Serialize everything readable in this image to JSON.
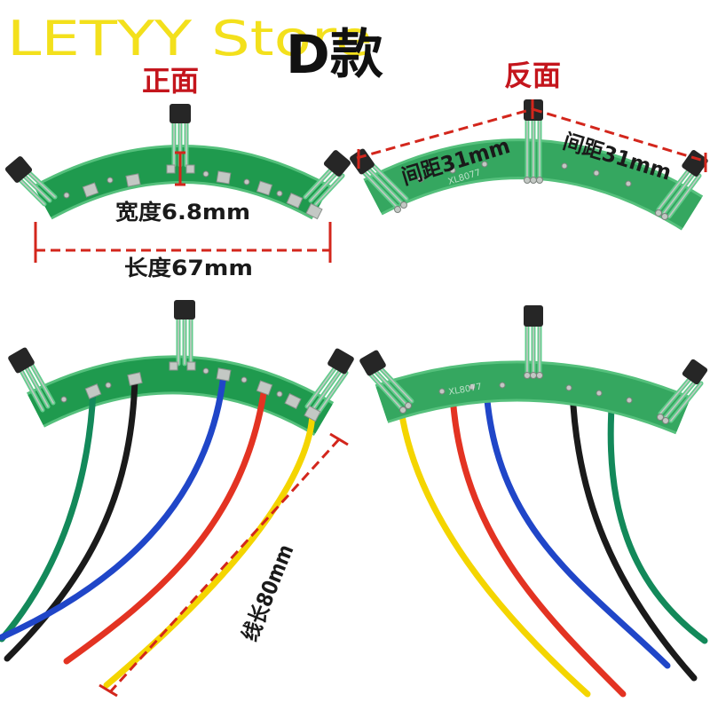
{
  "watermark": "LETYY Store",
  "title": "D款",
  "labels": {
    "front": "正面",
    "back": "反面",
    "width": "宽度6.8mm",
    "length": "长度67mm",
    "spacing_left": "间距31mm",
    "spacing_right": "间距31mm",
    "wire_length": "线长80mm",
    "board_marking": "XL8077"
  },
  "colors": {
    "watermark": "#f3e01c",
    "label-red": "#c4151c",
    "dimension": "#d3261c",
    "board": "#1f9a4e",
    "board-back": "#35a760",
    "board-edge": "#55c07c",
    "trace": "#62cc8c",
    "sensor": "#262626",
    "pad": "#c3c8c4",
    "wire-green": "#13895a",
    "wire-black": "#1a1a1a",
    "wire-blue": "#2046c8",
    "wire-red": "#e33322",
    "wire-yellow": "#f4d500"
  }
}
